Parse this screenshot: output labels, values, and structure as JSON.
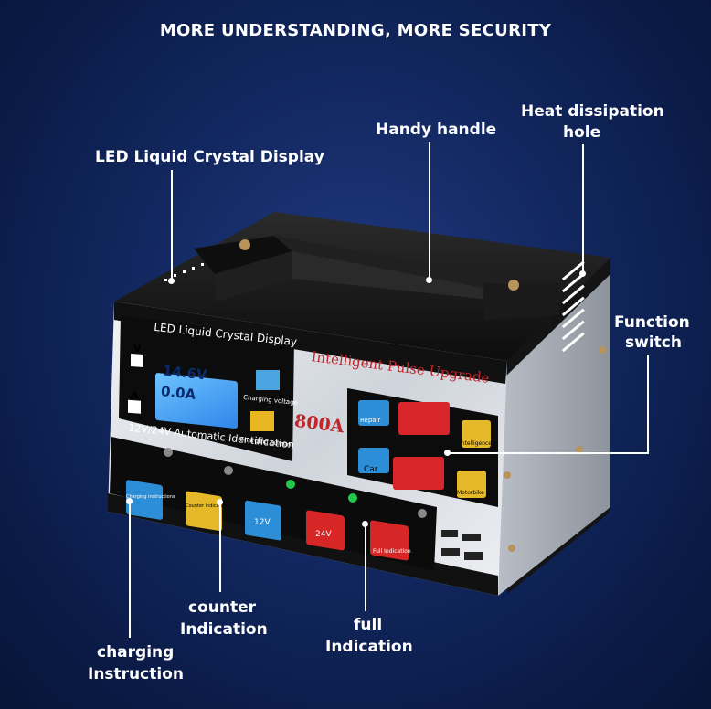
{
  "headline": "MORE UNDERSTANDING, MORE SECURITY",
  "callouts": {
    "lcd": "LED Liquid Crystal Display",
    "handle": "Handy handle",
    "heat_line1": "Heat dissipation",
    "heat_line2": "hole",
    "function_line1": "Function",
    "function_line2": "switch",
    "counter_line1": "counter",
    "counter_line2": "Indication",
    "full_line1": "full",
    "full_line2": "Indication",
    "charging_line1": "charging",
    "charging_line2": "Instruction"
  },
  "panel": {
    "lcd_title": "LED Liquid Crystal Display",
    "voltage_reading": "14.6V",
    "current_reading": "0.0A",
    "v_label": "V",
    "a_label": "A",
    "charging_voltage": "Charging voltage",
    "charging_current": "Charging current",
    "auto_id": "12V/24V Automatic Identification",
    "brand_line": "Intelligent Pulse Upgrade",
    "model": "800A",
    "repair": "Repair",
    "car": "Car",
    "intelligence": "Intelligence",
    "motorbike": "Motorbike",
    "btn_charging": "Charging instructions",
    "btn_counter": "Counter Indication",
    "btn_12v": "12V",
    "btn_24v": "24V",
    "btn_full": "Full Indication"
  },
  "colors": {
    "background": "#12275f",
    "case_black": "#1a1a1a",
    "panel_silver": "#d9dde3",
    "accent_red": "#cc2222",
    "lcd_blue": "#4fa8ff"
  }
}
